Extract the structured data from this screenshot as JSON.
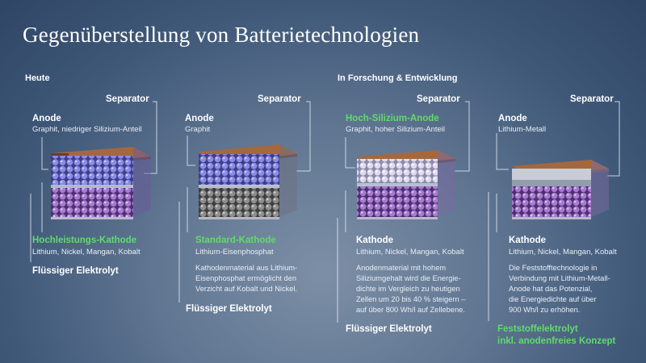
{
  "title": "Gegenüberstellung von Batterietechnologien",
  "sections": {
    "today": "Heute",
    "research": "In Forschung & Entwicklung"
  },
  "cells": [
    {
      "separator": "Separator",
      "anode": "Anode",
      "anode_sub": "Graphit, niedriger Silizium-Anteil",
      "cathode": "Hochleistungs-Kathode",
      "cathode_sub": "Lithium, Nickel, Mangan, Kobalt",
      "electrolyte": "Flüssiger Elektrolyt"
    },
    {
      "separator": "Separator",
      "anode": "Anode",
      "anode_sub": "Graphit",
      "cathode": "Standard-Kathode",
      "cathode_sub": "Lithium-Eisenphosphat",
      "description": [
        "Kathodenmaterial aus Lithium-",
        "Eisenphosphat ermöglicht den",
        "Verzicht auf Kobalt und Nickel."
      ],
      "electrolyte": "Flüssiger Elektrolyt"
    },
    {
      "separator": "Separator",
      "anode": "Hoch-Silizium-Anode",
      "anode_sub": "Graphit, hoher Silizium-Anteil",
      "cathode": "Kathode",
      "cathode_sub": "Lithium, Nickel, Mangan, Kobalt",
      "description": [
        "Anodenmaterial mit hohem",
        "Siliziumgehalt wird die Energie-",
        "dichte im Vergleich zu heutigen",
        "Zellen um 20 bis 40 % steigern –",
        "auf über 800 Wh/l auf Zellebene."
      ],
      "electrolyte": "Flüssiger Elektrolyt"
    },
    {
      "separator": "Separator",
      "anode": "Anode",
      "anode_sub": "Lithium-Metall",
      "cathode": "Kathode",
      "cathode_sub": "Lithium, Nickel, Mangan, Kobalt",
      "description": [
        "Die Feststofftechnologie in",
        "Verbindung mit Lithium-Metall-",
        "Anode hat das Potenzial,",
        "die Energiedichte auf über",
        "900 Wh/l zu erhöhen."
      ],
      "electrolyte": "Feststoffelektrolyt",
      "electrolyte2": "inkl. anodenfreies Konzept"
    }
  ],
  "colors": {
    "green": "#5fdc6a",
    "anode_blue": "#6f6fd6",
    "cathode_purple": "#9a6fc4",
    "cathode_grey": "#8c8c8c",
    "anode_silicon": "#d8d6ea",
    "copper": "#a4683e"
  }
}
